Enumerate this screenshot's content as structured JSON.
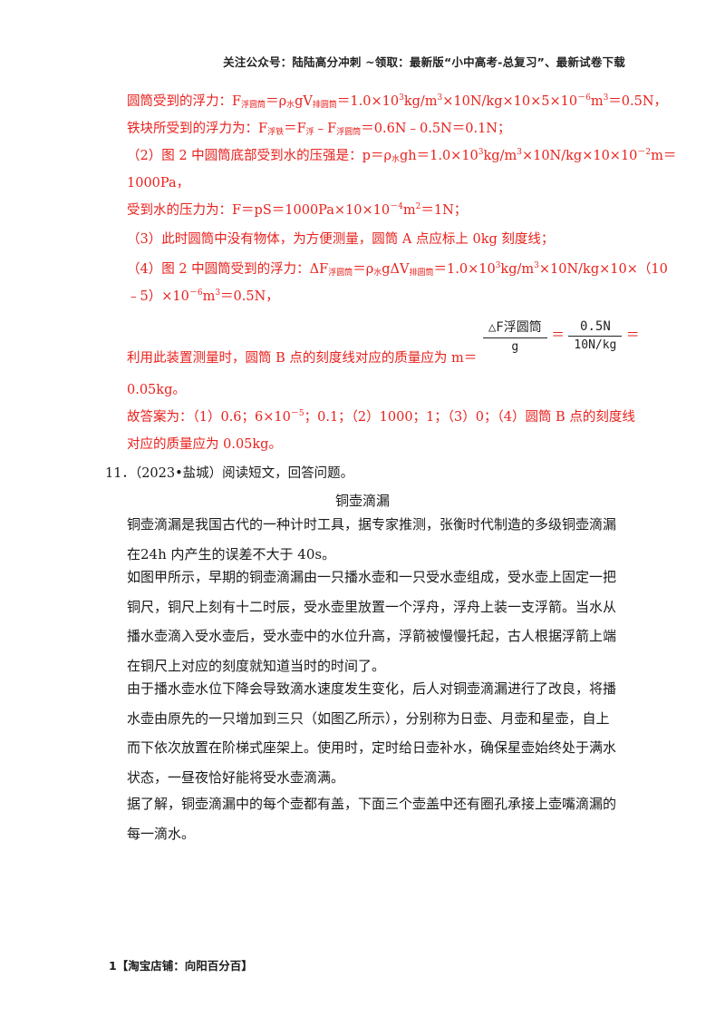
{
  "header": {
    "text": "关注公众号：陆陆高分冲刺  ~领取：最新版“小中高考-总复习”、最新试卷下载"
  },
  "answer": {
    "l1_a": "圆筒受到的浮力：F",
    "l1_sub1": "浮圆筒",
    "l1_b": "＝ρ",
    "l1_sub2": "水",
    "l1_c": "gV",
    "l1_sub3": "排圆筒",
    "l1_d": "＝1.0×10",
    "l1_sup1": "3",
    "l1_e": "kg/m",
    "l1_sup2": "3",
    "l1_f": "×10N/kg×10×5×10",
    "l1_sup3": "－6",
    "l1_g": "m",
    "l1_sup4": "3",
    "l1_h": "＝0.5N，",
    "l2_a": "铁块所受到的浮力为：F",
    "l2_sub1": "浮铁",
    "l2_b": "＝F",
    "l2_sub2": "浮",
    "l2_c": "﹣F",
    "l2_sub3": "浮圆筒",
    "l2_d": "＝0.6N﹣0.5N＝0.1N；",
    "l3_a": "（2）图 2 中圆筒底部受到水的压强是：p＝ρ",
    "l3_sub1": "水",
    "l3_b": "gh＝1.0×10",
    "l3_sup1": "3",
    "l3_c": "kg/m",
    "l3_sup2": "3",
    "l3_d": "×10N/kg×10×10",
    "l3_sup3": "－2",
    "l3_e": "m＝",
    "l4": "1000Pa，",
    "l5_a": "受到水的压力为：F＝pS＝1000Pa×10×10",
    "l5_sup1": "－4",
    "l5_b": "m",
    "l5_sup2": "2",
    "l5_c": "＝1N；",
    "l6": "（3）此时圆筒中没有物体，为方便测量，圆筒 A 点应标上 0kg 刻度线；",
    "l7_a": "（4）图 2 中圆筒受到的浮力：ΔF",
    "l7_sub1": "浮圆筒",
    "l7_b": "＝ρ",
    "l7_sub2": "水",
    "l7_c": "gΔV",
    "l7_sub3": "排圆筒",
    "l7_d": "＝1.0×10",
    "l7_sup1": "3",
    "l7_e": "kg/m",
    "l7_sup2": "3",
    "l7_f": "×10N/kg×10×（10",
    "l8_a": "﹣5）×10",
    "l8_sup1": "－6",
    "l8_b": "m",
    "l8_sup2": "3",
    "l8_c": "＝0.5N，",
    "l9_a": "利用此装置测量时，圆筒 B 点的刻度线对应的质量应为 m＝",
    "frac1_num": "△F浮圆筒",
    "frac1_den": "g",
    "eq1": "＝",
    "frac2_num": "0.5N",
    "frac2_den": "10N/kg",
    "eq2": "＝",
    "l10": "0.05kg。",
    "l11_a": "故答案为：（1）0.6；6×10",
    "l11_sup1": "－5",
    "l11_b": "；0.1；（2）1000；1；（3）0；（4）圆筒 B 点的刻度线",
    "l12": "对应的质量应为 0.05kg。"
  },
  "question": {
    "number": "11．",
    "stem": "（2023•盐城）阅读短文，回答问题。",
    "title": "铜壶滴漏",
    "p1": "铜壶滴漏是我国古代的一种计时工具，据专家推测，张衡时代制造的多级铜壶滴漏在24h 内产生的误差不大于 40s。",
    "p2": "如图甲所示，早期的铜壶滴漏由一只播水壶和一只受水壶组成，受水壶上固定一把铜尺，铜尺上刻有十二时辰，受水壶里放置一个浮舟，浮舟上装一支浮箭。当水从播水壶滴入受水壶后，受水壶中的水位升高，浮箭被慢慢托起，古人根据浮箭上端在铜尺上对应的刻度就知道当时的时间了。",
    "p3": "由于播水壶水位下降会导致滴水速度发生变化，后人对铜壶滴漏进行了改良，将播水壶由原先的一只增加到三只（如图乙所示），分别称为日壶、月壶和星壶，自上而下依次放置在阶梯式座架上。使用时，定时给日壶补水，确保星壶始终处于满水状态，一昼夜恰好能将受水壶滴满。",
    "p4": "据了解，铜壶滴漏中的每个壶都有盖，下面三个壶盖中还有圈孔承接上壶嘴滴漏的每一滴水。"
  },
  "footer": {
    "text": "1【淘宝店铺：向阳百分百】"
  }
}
